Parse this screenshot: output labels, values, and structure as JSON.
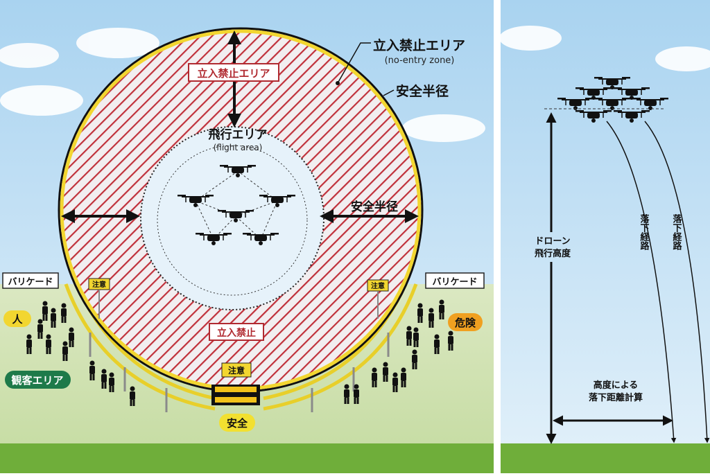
{
  "left_panel": {
    "no_entry_label": "立入禁止エリア",
    "no_entry_sub": "(no-entry zone)",
    "safety_radius_label": "安全半径",
    "no_entry_box": "立入禁止エリア",
    "flight_area_label": "飛行エリア",
    "flight_area_sub": "(flight area)",
    "safety_radius_arrow_label": "安全半径",
    "no_entry_bottom": "立入禁止",
    "barricade_left": "バリケード",
    "barricade_right": "バリケード",
    "caution_sign": "注意",
    "person_badge": "人",
    "spectator_area": "観客エリア",
    "danger_badge": "危険",
    "safe_badge": "安全"
  },
  "right_panel": {
    "altitude_label_1": "ドローン",
    "altitude_label_2": "飛行高度",
    "fall_path": "落下経路",
    "distance_label_1": "高度による",
    "distance_label_2": "落下距離計算"
  },
  "colors": {
    "sky": "#cfe6f5",
    "ground": "#cfe0b0",
    "hatch": "#c0303a",
    "ring": "#f2d630",
    "spectator_green": "#1e7a4a",
    "danger_orange": "#f0a020"
  }
}
